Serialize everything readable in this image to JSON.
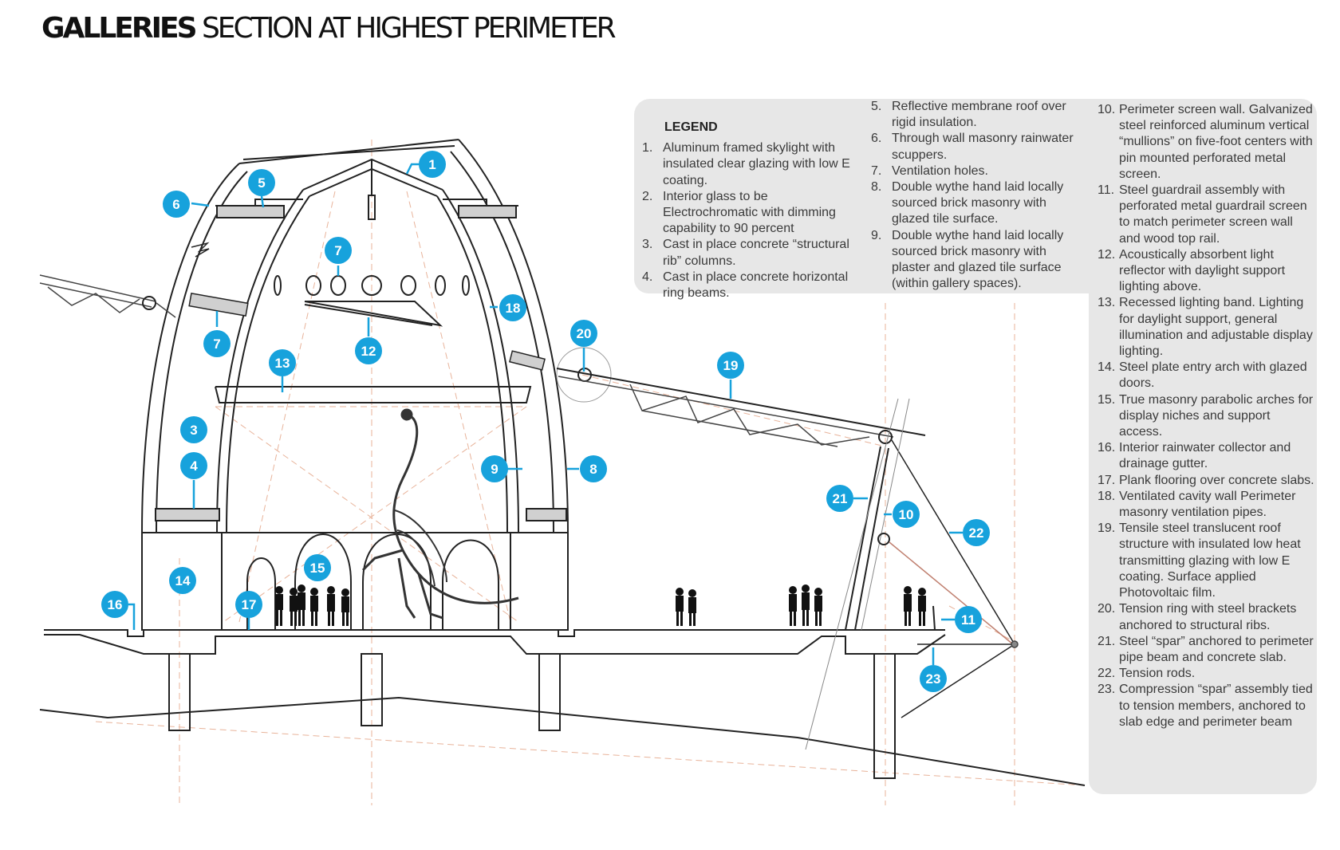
{
  "title": {
    "bold": "GALLERIES",
    "rest": " SECTION AT HIGHEST PERIMETER"
  },
  "legend": {
    "heading": "LEGEND",
    "items": [
      {
        "num": "1.",
        "text": "Aluminum framed skylight with insulated clear glazing with low E coating."
      },
      {
        "num": "2.",
        "text": "Interior glass to be Electrochromatic with dimming capability to 90 percent"
      },
      {
        "num": "3.",
        "text": "Cast in place concrete “structural rib” columns."
      },
      {
        "num": "4.",
        "text": "Cast in place concrete horizontal ring beams."
      },
      {
        "num": "5.",
        "text": "Reflective membrane roof over rigid insulation."
      },
      {
        "num": "6.",
        "text": "Through wall masonry rainwater scuppers."
      },
      {
        "num": "7.",
        "text": "Ventilation holes."
      },
      {
        "num": "8.",
        "text": "Double wythe hand laid locally sourced brick masonry with glazed tile surface."
      },
      {
        "num": "9.",
        "text": "Double wythe hand laid locally sourced brick masonry with plaster and glazed tile surface (within gallery spaces)."
      },
      {
        "num": "10.",
        "text": "Perimeter screen wall. Galvanized steel reinforced aluminum vertical “mullions” on five-foot centers with pin mounted perforated metal screen."
      },
      {
        "num": "11.",
        "text": "Steel guardrail assembly with perforated metal guardrail screen to match perimeter screen wall and wood top rail."
      },
      {
        "num": "12.",
        "text": "Acoustically absorbent light reflector with daylight support lighting above."
      },
      {
        "num": "13.",
        "text": "Recessed lighting band. Lighting for daylight support, general illumination and adjustable display lighting."
      },
      {
        "num": "14.",
        "text": "Steel plate entry arch with glazed doors."
      },
      {
        "num": "15.",
        "text": "True masonry parabolic arches for display niches and support access."
      },
      {
        "num": "16.",
        "text": "Interior rainwater collector and drainage gutter."
      },
      {
        "num": "17.",
        "text": "Plank flooring over concrete slabs."
      },
      {
        "num": "18.",
        "text": "Ventilated cavity wall Perimeter masonry ventilation pipes."
      },
      {
        "num": "19.",
        "text": "Tensile steel translucent roof structure with insulated low heat transmitting glazing with low E coating. Surface applied Photovoltaic film."
      },
      {
        "num": "20.",
        "text": "Tension ring with steel brackets anchored to structural ribs."
      },
      {
        "num": "21.",
        "text": "Steel “spar” anchored to perimeter pipe beam and concrete slab."
      },
      {
        "num": "22.",
        "text": "Tension rods."
      },
      {
        "num": "23.",
        "text": "Compression “spar” assembly tied to tension members, anchored to slab edge and  perimeter beam"
      }
    ]
  },
  "callouts": [
    "1",
    "5",
    "6",
    "7",
    "7",
    "18",
    "20",
    "19",
    "12",
    "13",
    "3",
    "4",
    "9",
    "8",
    "21",
    "10",
    "22",
    "14",
    "15",
    "16",
    "17",
    "11",
    "23"
  ],
  "colors": {
    "callout": "#17a2dc",
    "legend_bg": "#e7e7e7",
    "line": "#222222",
    "guide": "#e8b39a"
  }
}
